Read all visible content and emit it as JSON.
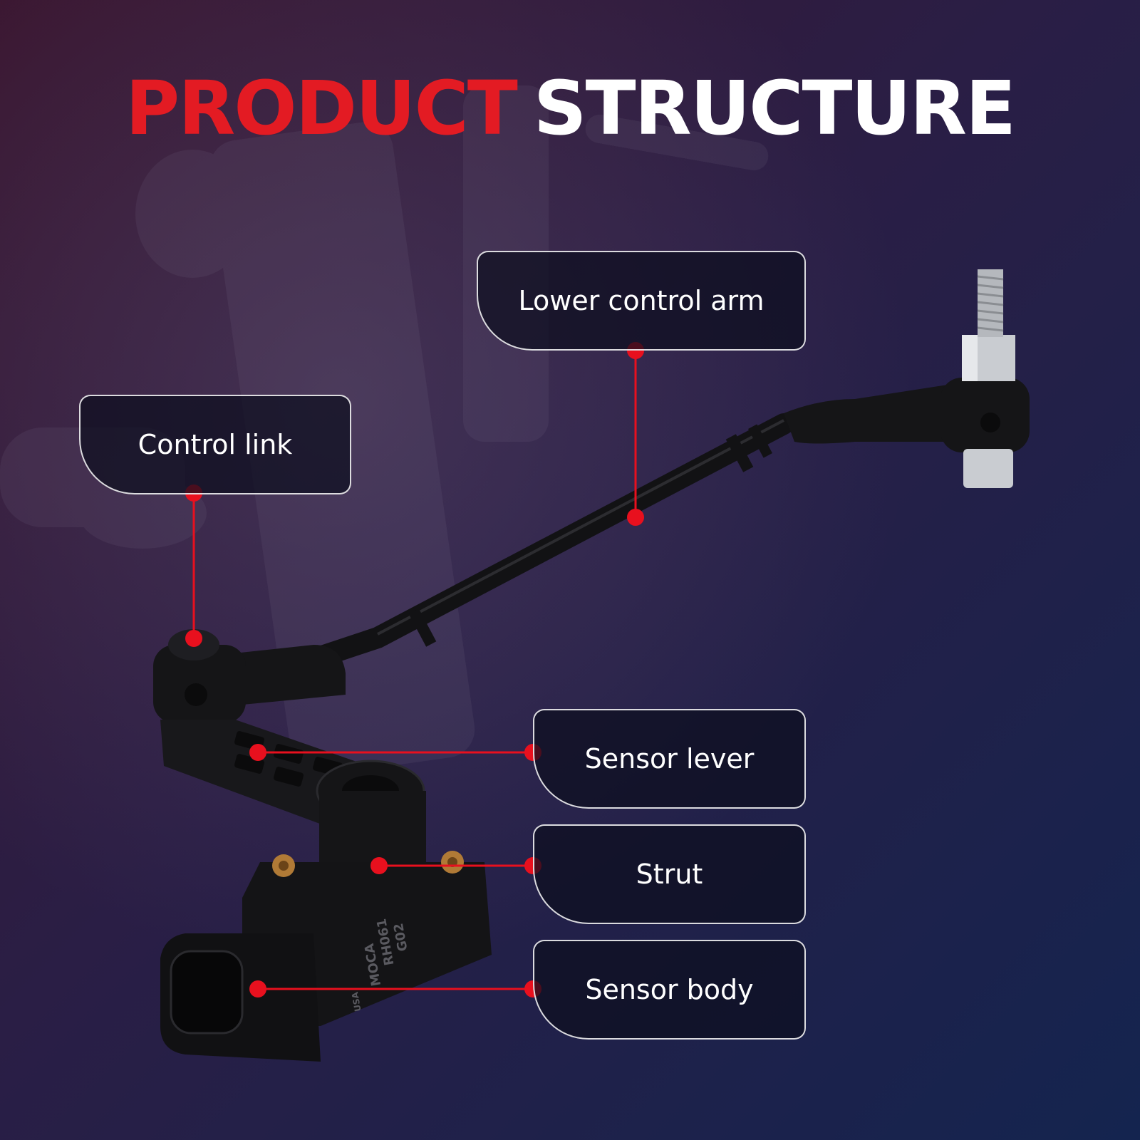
{
  "title": {
    "word1": "PRODUCT",
    "word2": "STRUCTURE",
    "word1_color": "#e31b23",
    "word2_color": "#ffffff"
  },
  "callouts": [
    {
      "label": "Lower control arm"
    },
    {
      "label": "Control link"
    },
    {
      "label": "Sensor lever"
    },
    {
      "label": "Strut"
    },
    {
      "label": "Sensor body"
    }
  ],
  "colors": {
    "accent": "#e8101e",
    "background_top": "#3a1630",
    "background_bottom": "#14244f",
    "part": "#151517"
  },
  "product_markings": [
    "MOCA",
    "RH061",
    "G02",
    "USA"
  ]
}
